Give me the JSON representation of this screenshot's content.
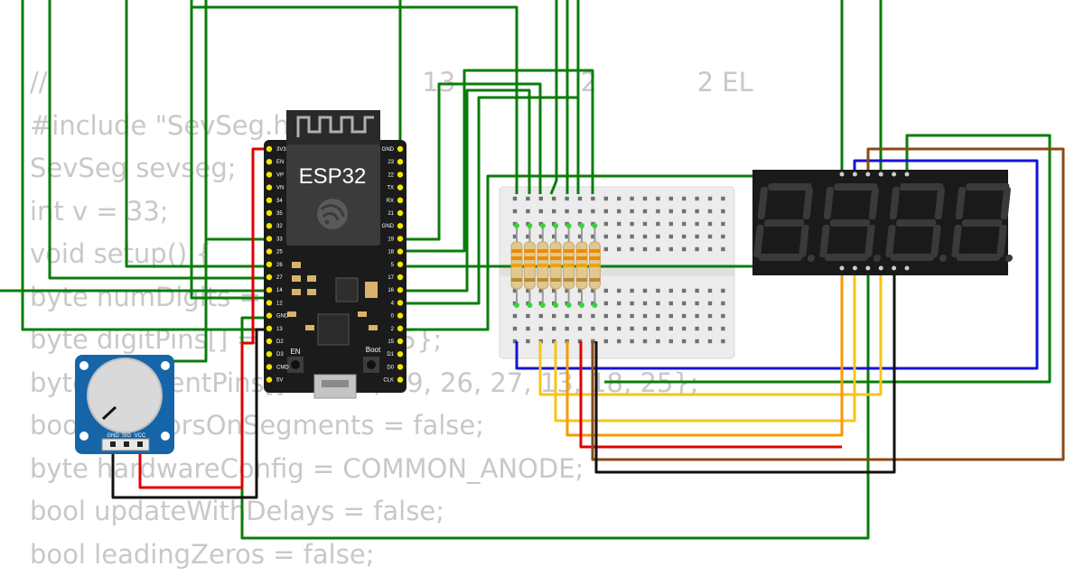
{
  "code": {
    "lines": [
      "//                                             13               2            2 EL",
      "#include \"SevSeg.h\"",
      "SevSeg sevseg;",
      "int v = 33;",
      "void setup() {",
      "byte numDigits = 4;",
      "byte digitPins[] = {15, 2, 4, 5};",
      "byte segmentPins[] = {21, 19, 26, 27, 13, 18, 25};",
      "bool resistorsOnSegments = false;",
      "byte hardwareConfig = COMMON_ANODE;",
      "bool updateWithDelays = false;",
      "bool leadingZeros = false;"
    ]
  },
  "esp32": {
    "label": "ESP32",
    "en_label": "EN",
    "boot_label": "Boot",
    "left_pins": [
      "3V3",
      "EN",
      "VP",
      "VN",
      "34",
      "35",
      "32",
      "33",
      "25",
      "26",
      "27",
      "14",
      "12",
      "GND",
      "13",
      "D2",
      "D3",
      "CMD",
      "5V"
    ],
    "right_pins": [
      "GND",
      "23",
      "22",
      "TX",
      "RX",
      "21",
      "GND",
      "19",
      "18",
      "5",
      "17",
      "16",
      "4",
      "0",
      "2",
      "15",
      "D1",
      "D0",
      "CLK"
    ]
  },
  "potentiometer": {
    "pin_labels": [
      "GND",
      "SIG",
      "VCC"
    ]
  },
  "display": {
    "digit_count": 4
  },
  "colors": {
    "wire_green": "#0a7d0a",
    "wire_red": "#e00000",
    "wire_black": "#111111",
    "wire_blue": "#1414d4",
    "wire_yellow": "#f5c518",
    "wire_orange": "#f59a00",
    "wire_brown": "#8b4a17",
    "board_black": "#1b1b1b",
    "pot_blue": "#1565a8",
    "segment_off": "#3a3a3a",
    "breadboard": "#ececec"
  }
}
